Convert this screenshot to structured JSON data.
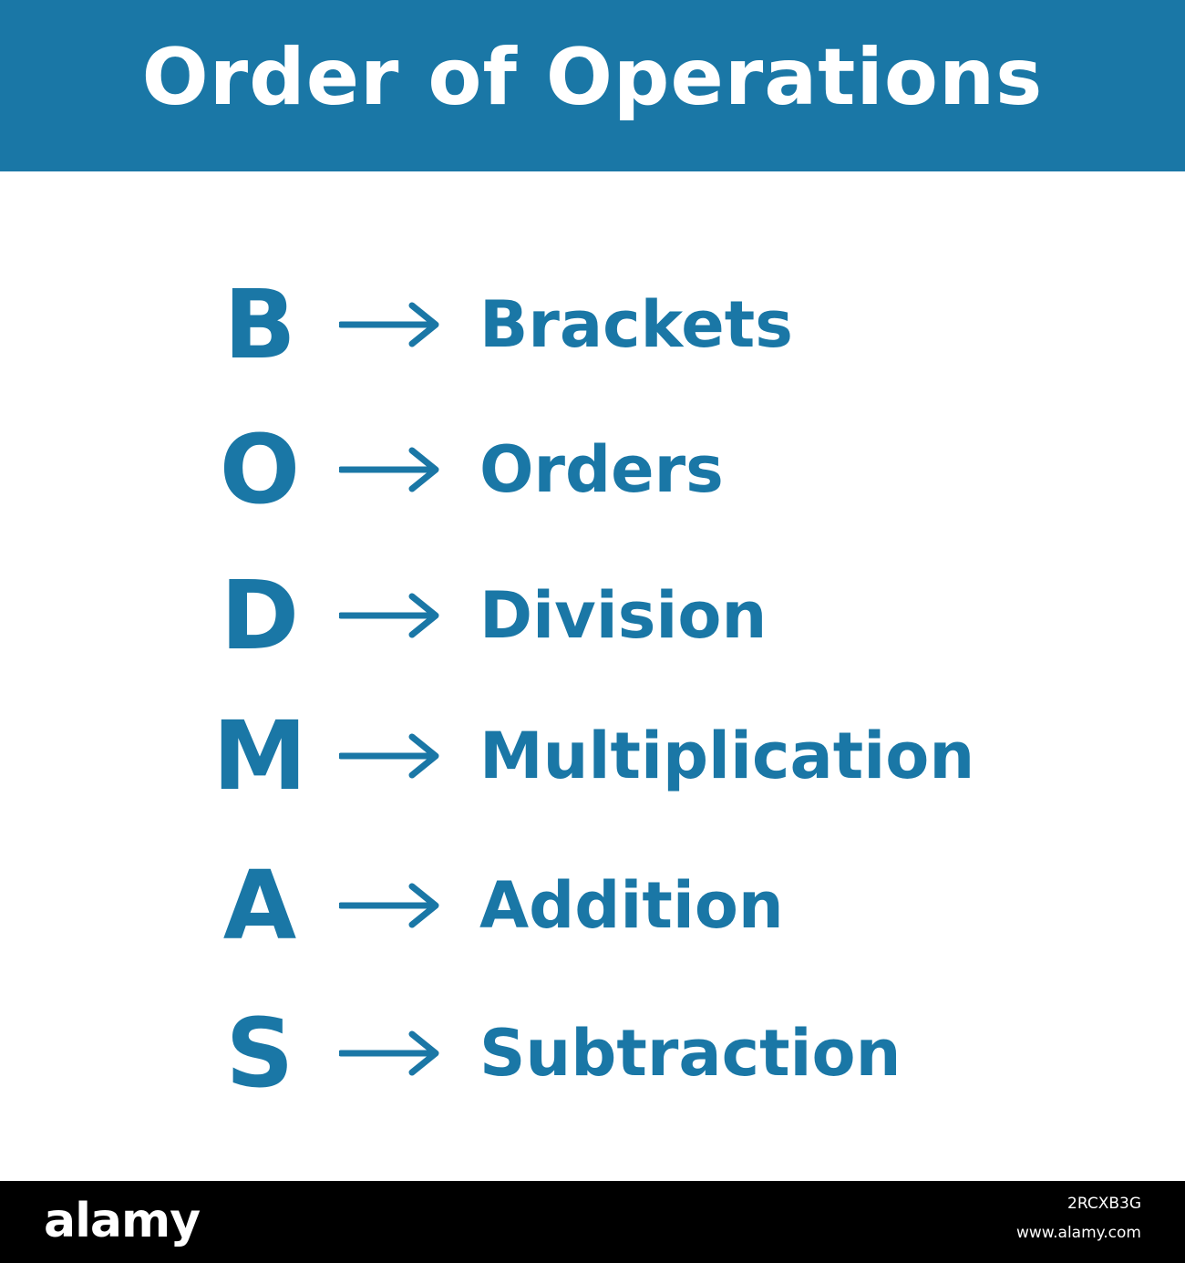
{
  "header": {
    "title": "Order of Operations"
  },
  "rows": [
    {
      "letter": "B",
      "word": "Brackets"
    },
    {
      "letter": "O",
      "word": "Orders"
    },
    {
      "letter": "D",
      "word": "Division"
    },
    {
      "letter": "M",
      "word": "Multiplication"
    },
    {
      "letter": "A",
      "word": "Addition"
    },
    {
      "letter": "S",
      "word": "Subtraction"
    }
  ],
  "footer": {
    "logo": "alamy",
    "image_id": "2RCXB3G",
    "url": "www.alamy.com"
  },
  "colors": {
    "accent": "#1a77a6",
    "footer_bg": "#000000",
    "background": "#ffffff"
  }
}
